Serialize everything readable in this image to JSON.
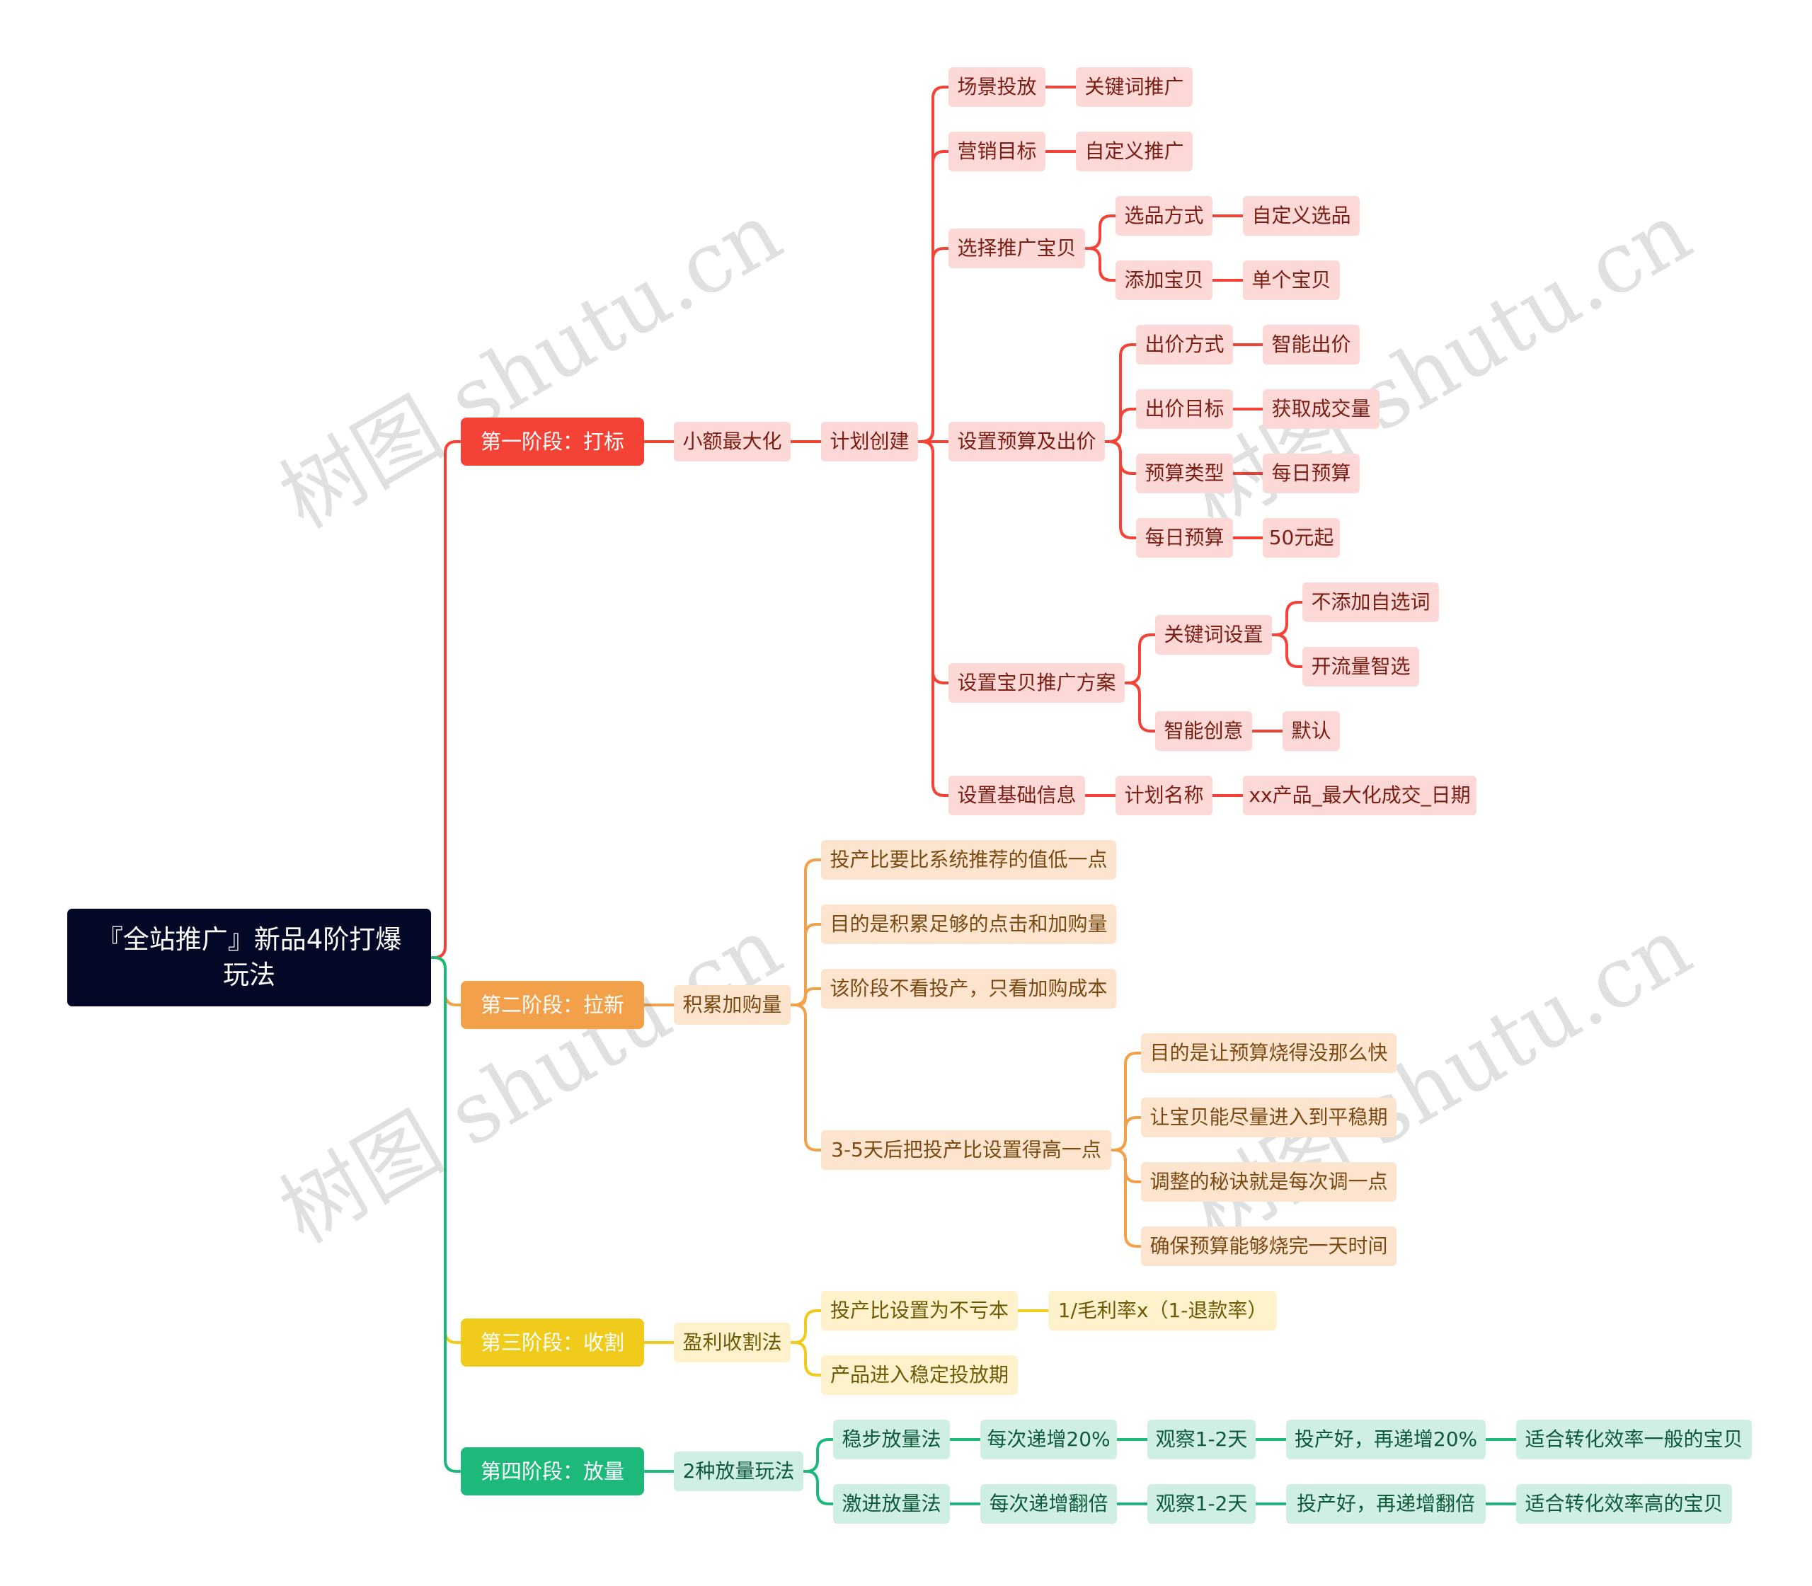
{
  "root": "『全站推广』新品4阶打爆玩法",
  "stages": {
    "s1": "第一阶段：打标",
    "s2": "第二阶段：拉新",
    "s3": "第三阶段：收割",
    "s4": "第四阶段：放量"
  },
  "colors": {
    "root": "#020826",
    "stage1": "#f44336",
    "stage1_light": "#fcd9d6",
    "stage1_text": "#7a1d14",
    "stage2": "#f3a04a",
    "stage2_light": "#fde4cf",
    "stage2_text": "#7a4a12",
    "stage3": "#f1cb1c",
    "stage3_light": "#fdf2cc",
    "stage3_text": "#6e5a05",
    "stage4": "#1db97b",
    "stage4_light": "#cfefe2",
    "stage4_text": "#0e5a3c"
  },
  "s1": {
    "a": "小额最大化",
    "b": "计划创建",
    "c1": "场景投放",
    "c1a": "关键词推广",
    "c2": "营销目标",
    "c2a": "自定义推广",
    "c3": "选择推广宝贝",
    "c3a": "选品方式",
    "c3a1": "自定义选品",
    "c3b": "添加宝贝",
    "c3b1": "单个宝贝",
    "c4": "设置预算及出价",
    "c4a": "出价方式",
    "c4a1": "智能出价",
    "c4b": "出价目标",
    "c4b1": "获取成交量",
    "c4c": "预算类型",
    "c4c1": "每日预算",
    "c4d": "每日预算",
    "c4d1": "50元起",
    "c5": "设置宝贝推广方案",
    "c5a": "关键词设置",
    "c5a1": "不添加自选词",
    "c5a2": "开流量智选",
    "c5b": "智能创意",
    "c5b1": "默认",
    "c6": "设置基础信息",
    "c6a": "计划名称",
    "c6a1": "xx产品_最大化成交_日期"
  },
  "s2": {
    "a": "积累加购量",
    "b1": "投产比要比系统推荐的值低一点",
    "b2": "目的是积累足够的点击和加购量",
    "b3": "该阶段不看投产，只看加购成本",
    "b4": "3-5天后把投产比设置得高一点",
    "b4a": "目的是让预算烧得没那么快",
    "b4b": "让宝贝能尽量进入到平稳期",
    "b4c": "调整的秘诀就是每次调一点",
    "b4d": "确保预算能够烧完一天时间"
  },
  "s3": {
    "a": "盈利收割法",
    "b1": "投产比设置为不亏本",
    "b1a": "1/毛利率x（1-退款率）",
    "b2": "产品进入稳定投放期"
  },
  "s4": {
    "a": "2种放量玩法",
    "r1": [
      "稳步放量法",
      "每次递增20%",
      "观察1-2天",
      "投产好，再递增20%",
      "适合转化效率一般的宝贝"
    ],
    "r2": [
      "激进放量法",
      "每次递增翻倍",
      "观察1-2天",
      "投产好，再递增翻倍",
      "适合转化效率高的宝贝"
    ]
  },
  "watermark": "树图 shutu.cn"
}
